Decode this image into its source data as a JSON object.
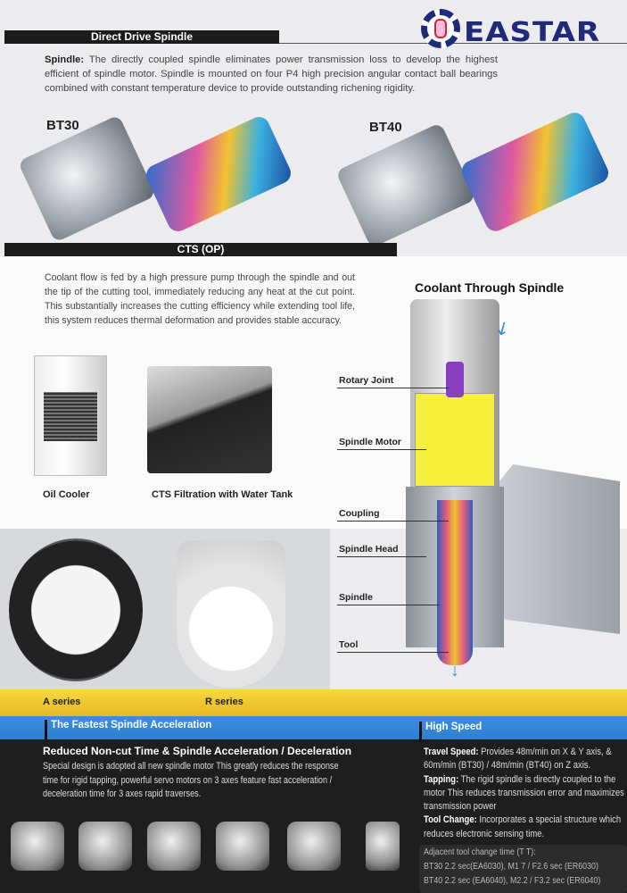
{
  "brand": {
    "logo_text": "EASTAR"
  },
  "direct_drive": {
    "title": "Direct Drive Spindle",
    "lead": "Spindle:",
    "body": " The directly coupled spindle eliminates power transmission loss to develop the highest efficient of spindle motor. Spindle is mounted on four P4 high precision angular contact ball bearings combined with constant temperature device to provide outstanding richening rigidity.",
    "models": [
      "BT30",
      "BT40"
    ]
  },
  "cts": {
    "title": "CTS (OP)",
    "body": "Coolant flow is fed by a high pressure pump through the spindle and out the tip of the cutting tool, immediately reducing any heat at the cut point. This substantially increases the cutting efficiency while extending tool life, this system reduces thermal deformation and provides stable accuracy.",
    "captions": [
      "Oil Cooler",
      "CTS Filtration with Water Tank"
    ]
  },
  "coolant_diagram": {
    "title": "Coolant Through Spindle",
    "labels": [
      "Rotary Joint",
      "Spindle Motor",
      "Coupling",
      "Spindle Head",
      "Spindle",
      "Tool"
    ]
  },
  "magazines": [
    "A series",
    "R series"
  ],
  "acceleration": {
    "title": "The Fastest Spindle Acceleration",
    "subtitle": "Reduced Non-cut Time & Spindle Acceleration / Deceleration",
    "body": "Special design is adopted all new spindle motor  This greatly reduces the response time for rigid tapping, powerful servo motors on 3 axes feature fast acceleration / deceleration time for 3 axes rapid traverses."
  },
  "high_speed": {
    "title": "High Speed",
    "items": [
      {
        "k": "Travel Speed:",
        "v": " Provides 48m/min on X & Y axis, & 60m/min (BT30) / 48m/min (BT40) on Z axis."
      },
      {
        "k": "Tapping:",
        "v": " The rigid spindle is directly coupled to the motor  This reduces transmission error and maximizes transmission power"
      },
      {
        "k": "Tool Change:",
        "v": " Incorporates a special structure which reduces electronic sensing time."
      }
    ],
    "tool_change_title": "Adjacent tool change time (T T):",
    "tool_change_lines": [
      "BT30 2.2 sec(EA6030), M1 7 / F2.6 sec (ER6030)",
      "BT40 2.2 sec (EA6040), M2.2 / F3.2 sec (ER6040)"
    ]
  },
  "colors": {
    "blue": "#2f7fd0",
    "yellow": "#f3c61a",
    "dark": "#1e1e1e",
    "logo_navy": "#1f2a78",
    "logo_red": "#d8232a"
  }
}
